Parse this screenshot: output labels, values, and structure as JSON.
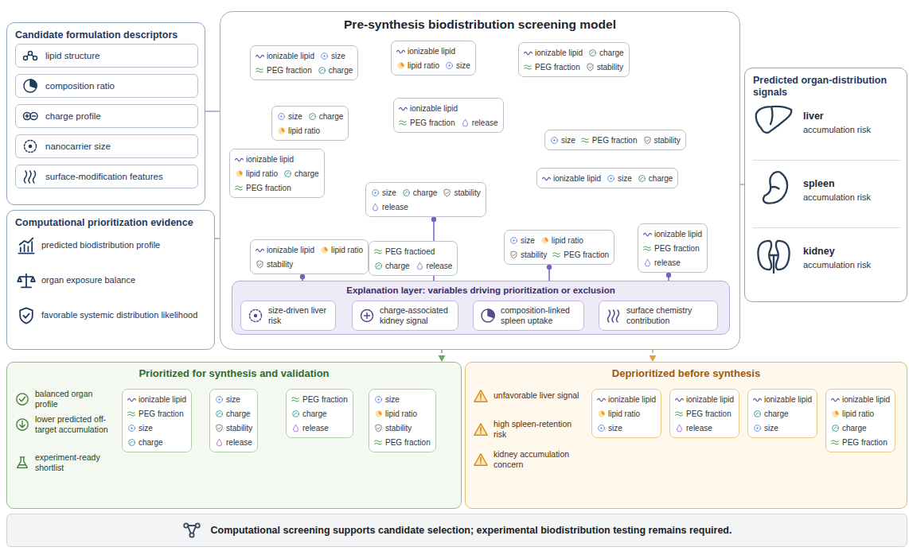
{
  "diagram": {
    "nodes": [
      {
        "text": [
          "Candidate formulation descriptors"
        ]
      },
      {
        "text": [
          "lipid structure"
        ],
        "in": 0
      },
      {
        "text": [
          "composition ratio"
        ],
        "in": 0
      },
      {
        "text": [
          "charge profile"
        ],
        "in": 0
      },
      {
        "text": [
          "nanocarrier size"
        ],
        "in": 0
      },
      {
        "text": [
          "surface-modification features"
        ],
        "in": 0
      },
      {
        "text": [
          "Computational prioritization evidence"
        ]
      },
      {
        "text": [
          "Pre-synthesis biodistribution screening model"
        ]
      },
      {
        "text": [
          "ionizable lipid",
          "size",
          "PEG fraction",
          "charge"
        ],
        "in": 7
      },
      {
        "text": [
          "ionizable lipid",
          "lipid ratio",
          "size"
        ],
        "in": 7
      },
      {
        "text": [
          "ionizable lipid",
          "charge",
          "PEG fraction",
          "stability"
        ],
        "in": 7
      },
      {
        "text": [
          "size",
          "charge",
          "lipid ratio"
        ],
        "in": 7
      },
      {
        "text": [
          "ionizable lipid",
          "PEG fraction",
          "release"
        ],
        "in": 7
      },
      {
        "text": [
          "size",
          "PEG fraction",
          "stability"
        ],
        "in": 7
      },
      {
        "text": [
          "ionizable lipid",
          "lipid ratio",
          "charge",
          "PEG fraction"
        ],
        "in": 7
      },
      {
        "text": [
          "ionizable lipid",
          "size",
          "charge"
        ],
        "in": 7
      },
      {
        "text": [
          "size",
          "charge",
          "stability",
          "release"
        ],
        "in": 7
      },
      {
        "text": [
          "ionizable lipid",
          "lipid ratio",
          "stability"
        ],
        "in": 7
      },
      {
        "text": [
          "PEG fractioed",
          "charge",
          "release"
        ],
        "in": 7
      },
      {
        "text": [
          "size",
          "lipid ratio",
          "stability",
          "PEG fraction"
        ],
        "in": 7
      },
      {
        "text": [
          "ionizable lipid",
          "PEG fraction",
          "release"
        ],
        "in": 7
      },
      {
        "text": [
          "Explanation layer: variables driving prioritization or exclusion"
        ],
        "in": 7
      },
      {
        "text": [
          "size-driven liver risk"
        ],
        "in": 21
      },
      {
        "text": [
          "charge-associated kidney signal"
        ],
        "in": 21
      },
      {
        "text": [
          "composition-linked spleen uptake"
        ],
        "in": 21
      },
      {
        "text": [
          "surface chemistry contribution"
        ],
        "in": 21
      },
      {
        "text": [
          "Predicted organ-distribution signals"
        ]
      },
      {
        "text": [
          "Prioritized for synthesis and validation"
        ]
      },
      {
        "text": [
          "ionizable lipid",
          "PEG fraction",
          "size",
          "charge"
        ],
        "in": 27
      },
      {
        "text": [
          "size",
          "charge",
          "stability",
          "release"
        ],
        "in": 27
      },
      {
        "text": [
          "PEG fraction",
          "charge",
          "release"
        ],
        "in": 27
      },
      {
        "text": [
          "size",
          "lipid ratio",
          "stability",
          "PEG fraction"
        ],
        "in": 27
      },
      {
        "text": [
          "Deprioritized before synthesis"
        ]
      },
      {
        "text": [
          "ionizable lipid",
          "lipid ratio",
          "size"
        ],
        "in": 32
      },
      {
        "text": [
          "ionizable lipid",
          "PEG fraction",
          "release"
        ],
        "in": 32
      },
      {
        "text": [
          "ionizable lipid",
          "charge",
          "size"
        ],
        "in": 32
      },
      {
        "text": [
          "ionizable lipid",
          "lipid ratio",
          "charge",
          "PEG fraction"
        ],
        "in": 32
      },
      {
        "text": [
          "Computational screening supports candidate selection; experimental biodistribution testing remains required."
        ]
      }
    ],
    "edges": [
      {
        "from": 0,
        "to": 7,
        "arrow": "none"
      },
      {
        "from": 6,
        "to": 7,
        "arrow": "none"
      },
      {
        "from": 7,
        "to": 26,
        "arrow": "none"
      },
      {
        "from": 17,
        "to": 21,
        "arrow": "none"
      },
      {
        "from": 16,
        "to": 18,
        "arrow": "none"
      },
      {
        "from": 18,
        "to": 21,
        "arrow": "none"
      },
      {
        "from": 19,
        "to": 21,
        "arrow": "none"
      },
      {
        "from": 20,
        "to": 21,
        "arrow": "none"
      },
      {
        "from": 7,
        "to": 27,
        "arrow": "to"
      },
      {
        "from": 7,
        "to": 32,
        "arrow": "to"
      }
    ],
    "labels": [
      "predicted biodistribution profile",
      "organ exposure balance",
      "favorable systemic distribution likelihood",
      "liver",
      "accumulation risk",
      "spleen",
      "accumulation risk",
      "kidney",
      "accumulation risk",
      "balanced organ profile",
      "lower predicted off-target accumulation",
      "experiment-ready shortlist",
      "unfavorable liver signal",
      "high spleen-retention risk",
      "kidney accumulation concern"
    ]
  }
}
